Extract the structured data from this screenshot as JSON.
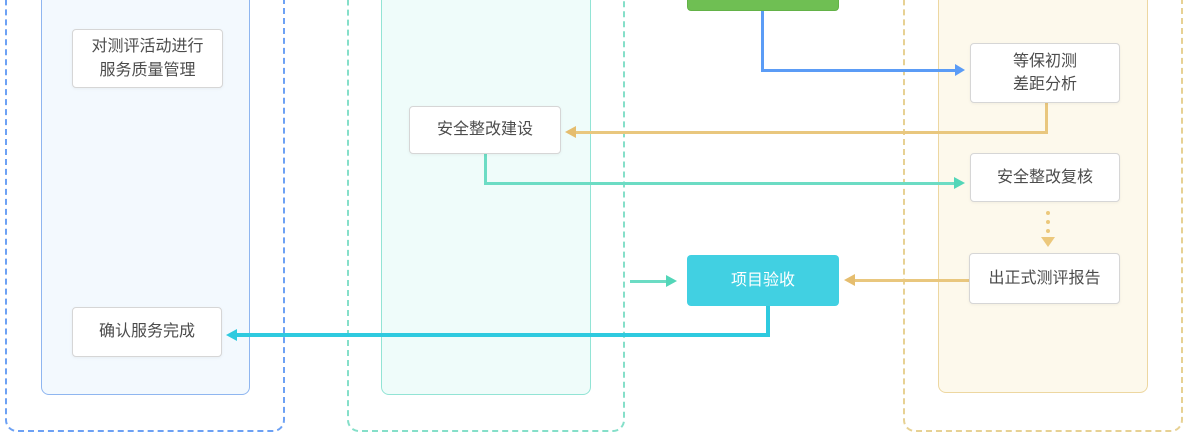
{
  "diagram": {
    "nodes": {
      "quality_management": {
        "line1": "对测评活动进行",
        "line2": "服务质量管理"
      },
      "confirm_completion": {
        "label": "确认服务完成"
      },
      "security_rectification": {
        "label": "安全整改建设"
      },
      "project_acceptance": {
        "label": "项目验收"
      },
      "initial_assessment": {
        "line1": "等保初测",
        "line2": "差距分析"
      },
      "rectification_review": {
        "label": "安全整改复核"
      },
      "formal_report": {
        "label": "出正式测评报告"
      }
    },
    "colors": {
      "green_node": "#6fbf53",
      "cyan_node": "#41d0e2",
      "blue_arrow": "#5b9cf6",
      "tan_arrow": "#e9c77e",
      "teal_arrow": "#6cdcc4",
      "cyan_arrow": "#2ecadf",
      "lane_blue_fill": "#f3f9fe",
      "lane_teal_fill": "#effcfa",
      "lane_tan_fill": "#fdf9ec"
    }
  }
}
